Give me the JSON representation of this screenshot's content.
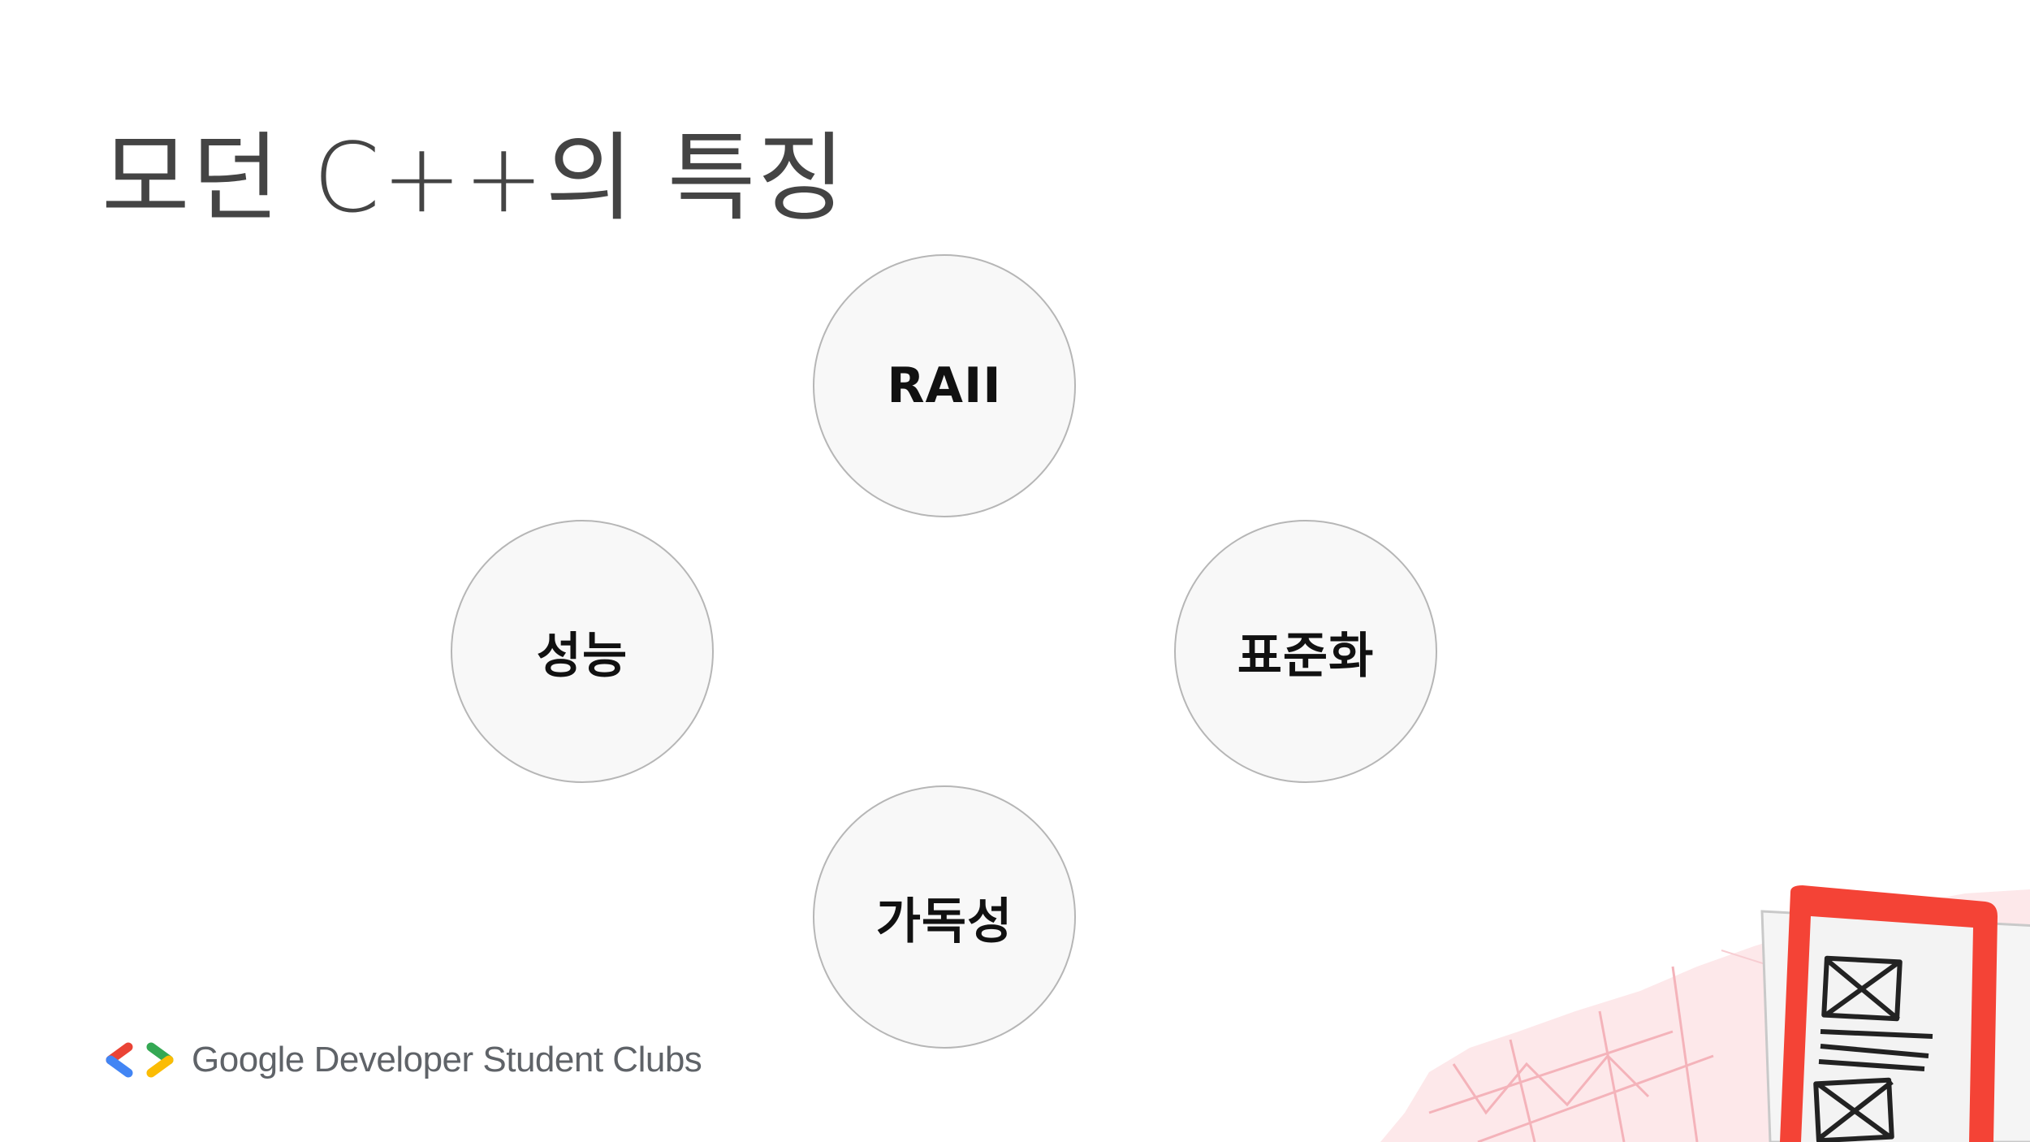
{
  "slide": {
    "title": "모던 C++의 특징"
  },
  "features": {
    "top": "RAII",
    "left": "성능",
    "right": "표준화",
    "bottom": "가독성"
  },
  "footer": {
    "brand_text": "Google Developer Student Clubs",
    "logo_icon": "gdsc-brackets-icon"
  },
  "colors": {
    "title": "#444444",
    "circle_fill": "#f8f8f8",
    "circle_border": "#b6b6b6",
    "logo_red": "#ea4335",
    "logo_blue": "#4285f4",
    "logo_green": "#34a853",
    "logo_yellow": "#fbbc04",
    "accent_red": "#f44336"
  }
}
